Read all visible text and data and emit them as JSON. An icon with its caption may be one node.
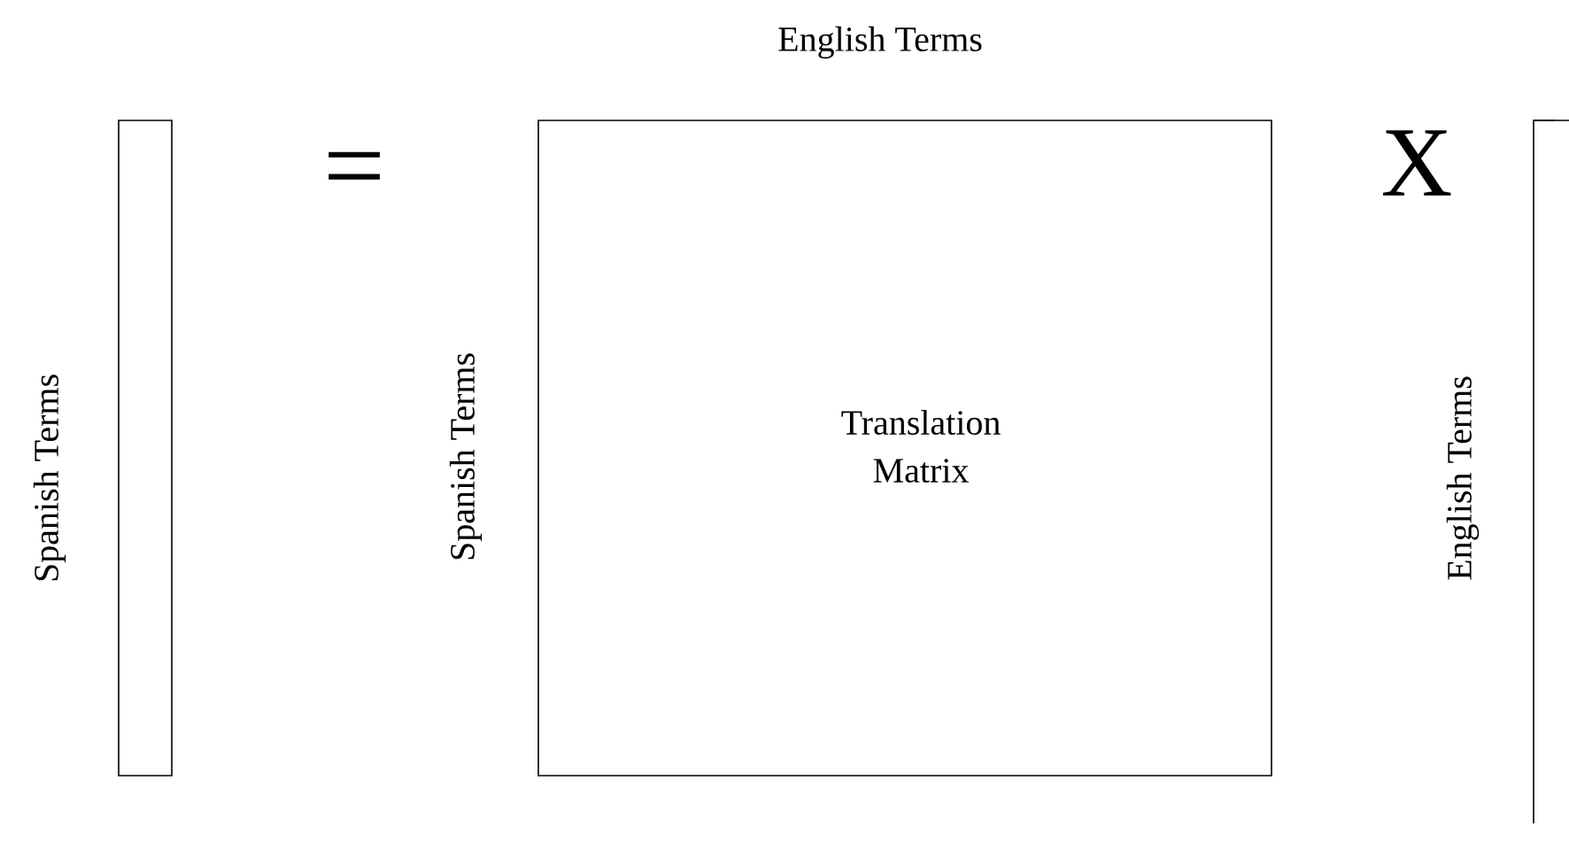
{
  "diagram": {
    "nodes": [
      {
        "text": [
          "Spanish Terms"
        ]
      },
      {
        "text": [
          "English Terms",
          "Spanish Terms",
          "Translation Matrix"
        ]
      },
      {
        "text": [
          "English Terms"
        ]
      }
    ],
    "labels": [
      "=",
      "X"
    ]
  }
}
